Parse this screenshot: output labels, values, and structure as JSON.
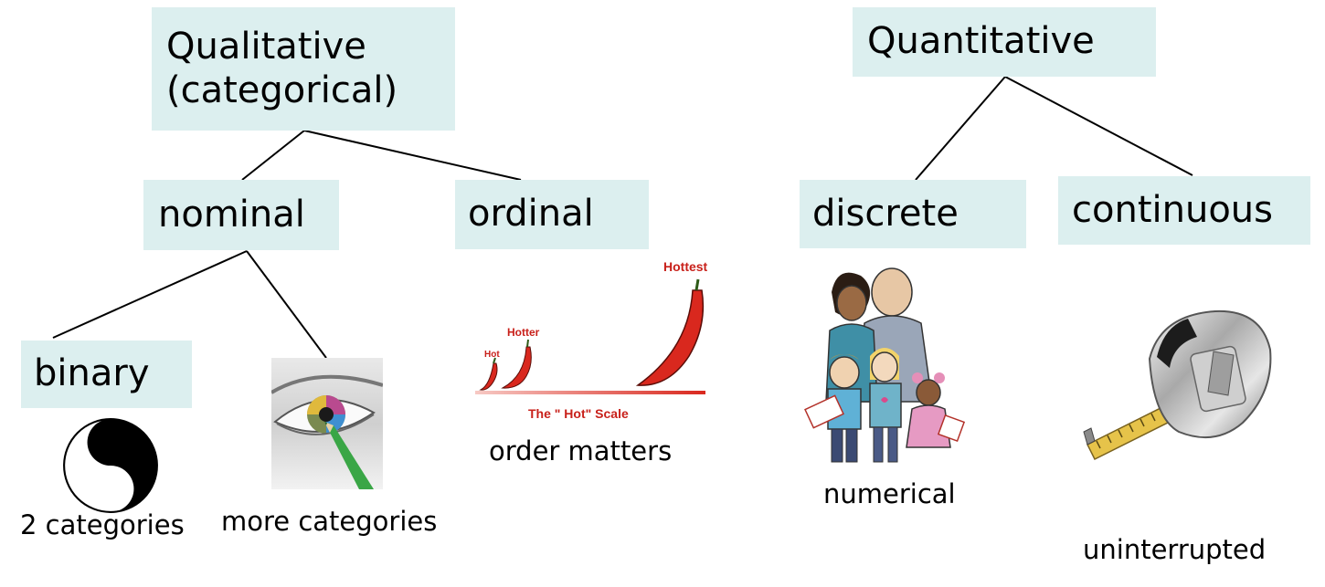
{
  "nodes": {
    "qualitative": "Qualitative\n(categorical)",
    "quantitative": "Quantitative",
    "nominal": "nominal",
    "ordinal": "ordinal",
    "discrete": "discrete",
    "continuous": "continuous",
    "binary": "binary"
  },
  "captions": {
    "two_categories": "2 categories",
    "more_categories": "more categories",
    "order_matters": "order matters",
    "numerical": "numerical",
    "uninterrupted": "uninterrupted"
  },
  "hot_scale": {
    "hot": "Hot",
    "hotter": "Hotter",
    "hottest": "Hottest",
    "scale_title": "The \" Hot\" Scale"
  },
  "illustrations": {
    "binary": "yin-yang-icon",
    "more_categories": "eye-with-colored-pencil-image",
    "ordinal": "chili-pepper-scale-image",
    "discrete": "family-illustration",
    "continuous": "tape-measure-image"
  },
  "colors": {
    "box_fill": "#dcefef",
    "chili_red": "#d9281e",
    "scale_text": "#c8201a"
  }
}
